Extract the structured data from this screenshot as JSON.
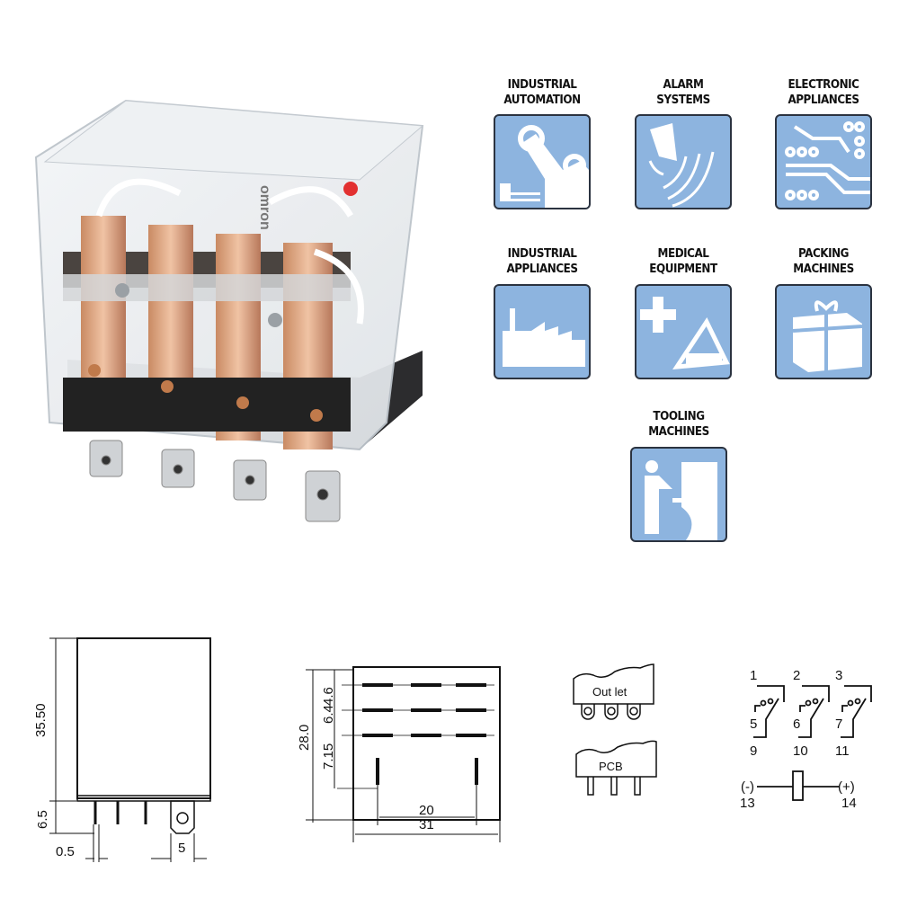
{
  "product": {
    "brand_marking": "omron"
  },
  "applications": [
    {
      "line1": "INDUSTRIAL",
      "line2": "AUTOMATION",
      "icon": "robot-arm-icon"
    },
    {
      "line1": "ALARM",
      "line2": "SYSTEMS",
      "icon": "alarm-siren-icon"
    },
    {
      "line1": "ELECTRONIC",
      "line2": "APPLIANCES",
      "icon": "circuit-board-icon"
    },
    {
      "line1": "INDUSTRIAL",
      "line2": "APPLIANCES",
      "icon": "factory-icon"
    },
    {
      "line1": "MEDICAL",
      "line2": "EQUIPMENT",
      "icon": "medical-cross-icon"
    },
    {
      "line1": "PACKING",
      "line2": "MACHINES",
      "icon": "gift-box-icon"
    },
    {
      "line1": "TOOLING",
      "line2": "MACHINES",
      "icon": "tooling-operator-icon"
    }
  ],
  "side_view": {
    "height": "35.50",
    "pin_length": "6.5",
    "pin_width": "0.5",
    "tab_width": "5"
  },
  "front_view": {
    "height": "28.0",
    "row_pitch_1": "4.6",
    "row_pitch_2": "6.4",
    "row_pitch_3": "7.15",
    "pin_span": "20",
    "width": "31"
  },
  "terminals": {
    "outlet_label": "Out let",
    "pcb_label": "PCB"
  },
  "schematic": {
    "common": [
      "1",
      "2",
      "3"
    ],
    "nc": [
      "5",
      "6",
      "7"
    ],
    "no": [
      "9",
      "10",
      "11"
    ],
    "coil_neg": "(-)",
    "coil_neg_num": "13",
    "coil_pos": "(+)",
    "coil_pos_num": "14"
  }
}
